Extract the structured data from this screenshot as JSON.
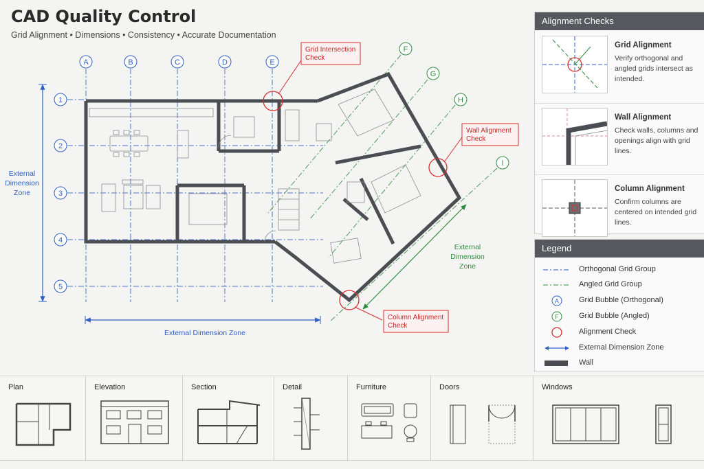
{
  "header": {
    "title": "CAD Quality Control",
    "subtitle": "Grid Alignment • Dimensions • Consistency • Accurate Documentation"
  },
  "plan": {
    "grid_bubbles_orthogonal_columns": [
      "A",
      "B",
      "C",
      "D",
      "E"
    ],
    "grid_bubbles_orthogonal_rows": [
      "1",
      "2",
      "3",
      "4",
      "5"
    ],
    "grid_bubbles_angled": [
      "F",
      "G",
      "H",
      "I"
    ],
    "callouts": {
      "grid_intersection": [
        "Grid Intersection",
        "Check"
      ],
      "wall_alignment": [
        "Wall Alignment",
        "Check"
      ],
      "column_alignment": [
        "Column Alignment",
        "Check"
      ]
    },
    "dimension_zones": {
      "left": [
        "External",
        "Dimension",
        "Zone"
      ],
      "bottom": "External Dimension Zone",
      "angled": [
        "External",
        "Dimension",
        "Zone"
      ]
    }
  },
  "alignment_checks": {
    "title": "Alignment Checks",
    "items": [
      {
        "title": "Grid Alignment",
        "desc": "Verify orthogonal and angled grids intersect as intended."
      },
      {
        "title": "Wall Alignment",
        "desc": "Check walls, columns and openings align with grid lines."
      },
      {
        "title": "Column Alignment",
        "desc": "Confirm columns are centered on intended grid lines."
      }
    ]
  },
  "legend": {
    "title": "Legend",
    "items": [
      {
        "label": "Orthogonal Grid Group",
        "symbol": "ortho-grid"
      },
      {
        "label": "Angled Grid Group",
        "symbol": "angled-grid"
      },
      {
        "label": "Grid Bubble (Orthogonal)",
        "symbol": "bubble-ortho",
        "glyph": "A"
      },
      {
        "label": "Grid Bubble (Angled)",
        "symbol": "bubble-angled",
        "glyph": "F"
      },
      {
        "label": "Alignment Check",
        "symbol": "check-circle"
      },
      {
        "label": "External Dimension Zone",
        "symbol": "dim-arrow"
      },
      {
        "label": "Wall",
        "symbol": "wall"
      }
    ]
  },
  "thumbnails": {
    "items": [
      "Plan",
      "Elevation",
      "Section",
      "Detail",
      "Furniture",
      "Doors",
      "Windows"
    ]
  },
  "colors": {
    "orthogonal": "#2f5fc4",
    "angled": "#2e8b3e",
    "check": "#d62e2e",
    "wall": "#4a4d52",
    "panel_header": "#55595e"
  }
}
